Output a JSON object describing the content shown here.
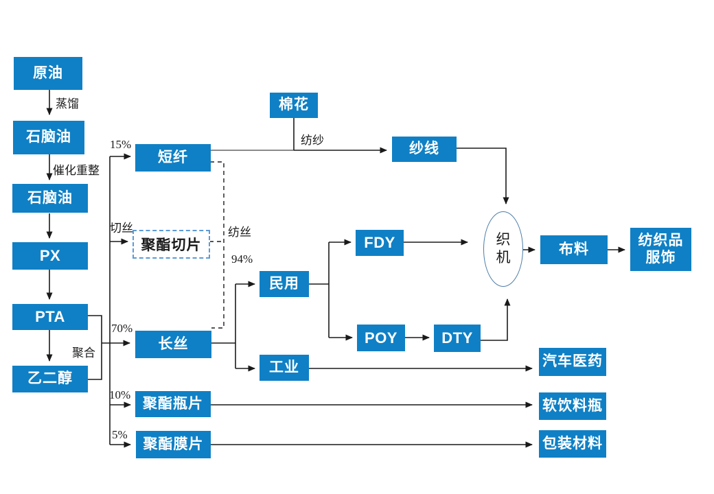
{
  "diagram": {
    "description_names": {
      "flow": "polyester-industry-chain-flowchart"
    },
    "colors": {
      "node_fill": "#0f80c5",
      "node_text": "#ffffff",
      "dashed_node_border": "#5b9bd5",
      "ellipse_border": "#4a7ba6",
      "line_color": "#1a1a1a",
      "gray_line_color": "#8a8a8a",
      "background": "#ffffff"
    },
    "nodes": {
      "crude_oil": {
        "label": "原油"
      },
      "naphtha_1": {
        "label": "石脑油"
      },
      "naphtha_2": {
        "label": "石脑油"
      },
      "px": {
        "label": "PX"
      },
      "pta": {
        "label": "PTA"
      },
      "meg": {
        "label": "乙二醇"
      },
      "staple_fiber": {
        "label": "短纤"
      },
      "polyester_chip": {
        "label": "聚酯切片"
      },
      "filament": {
        "label": "长丝"
      },
      "bottle_chip": {
        "label": "聚酯瓶片"
      },
      "film_chip": {
        "label": "聚酯膜片"
      },
      "cotton": {
        "label": "棉花"
      },
      "yarn": {
        "label": "纱线"
      },
      "civil": {
        "label": "民用"
      },
      "industrial": {
        "label": "工业"
      },
      "fdy": {
        "label": "FDY"
      },
      "poy": {
        "label": "POY"
      },
      "dty": {
        "label": "DTY"
      },
      "loom": {
        "line1": "织",
        "line2": "机"
      },
      "fabric": {
        "label": "布料"
      },
      "textile_apparel": {
        "line1": "纺织品",
        "line2": "服饰"
      },
      "auto_medical": {
        "label": "汽车医药"
      },
      "soft_drink_bottle": {
        "label": "软饮料瓶"
      },
      "packaging": {
        "label": "包装材料"
      }
    },
    "edge_labels": {
      "distillation": "蒸馏",
      "catalytic_reforming": "催化重整",
      "polymerization": "聚合",
      "pct_15": "15%",
      "cut_to_chip": "切丝",
      "pct_70": "70%",
      "pct_10": "10%",
      "pct_5": "5%",
      "spin_yarn": "纺纱",
      "spin_fiber": "纺丝",
      "pct_94": "94%"
    }
  }
}
